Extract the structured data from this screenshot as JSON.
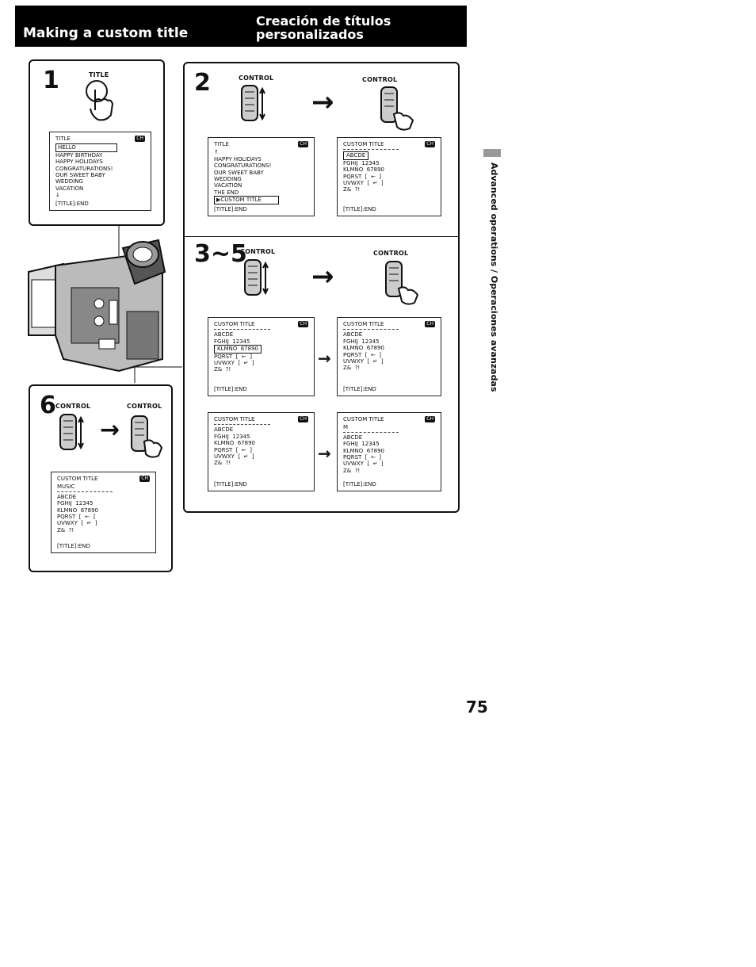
{
  "header": {
    "title_en": "Making a custom title",
    "title_es_line1": "Creación de títulos",
    "title_es_line2": "personalizados"
  },
  "steps": {
    "s1": {
      "num": "1",
      "button_label": "TITLE"
    },
    "s2": {
      "num": "2"
    },
    "s35": {
      "num": "3~5"
    },
    "s6": {
      "num": "6"
    }
  },
  "control_label": "CONTROL",
  "arrow": "→",
  "screens": {
    "title_list": {
      "title": "TITLE",
      "chip": "CH",
      "items": [
        "HELLO",
        "HAPPY BIRTHDAY",
        "HAPPY HOLIDAYS",
        "CONGRATURATIONS!",
        "OUR SWEET BABY",
        "WEDDING",
        "VACATION"
      ],
      "end": "[TITLE]:END"
    },
    "title_list2": {
      "title": "TITLE",
      "chip": "CH",
      "items": [
        "HAPPY HOLIDAYS",
        "CONGRATURATIONS!",
        "OUR SWEET BABY",
        "WEDDING",
        "VACATION",
        "THE END",
        "▶CUSTOM TITLE"
      ],
      "end": "[TITLE]:END"
    },
    "custom": {
      "title": "CUSTOM TITLE",
      "chip": "CH",
      "rows": [
        "ABCDE",
        "FGHIJ  12345",
        "KLMNO  67890",
        "PQRST  [  ←  ]",
        "UVWXY  [  ↵  ]",
        "Z&  ?!"
      ],
      "end": "[TITLE]:END"
    },
    "custom_m": {
      "entry": "M"
    },
    "custom_music": {
      "entry": "MUSIC"
    }
  },
  "side_text": "Advanced operations / Operaciones avanzadas",
  "page_number": "75"
}
